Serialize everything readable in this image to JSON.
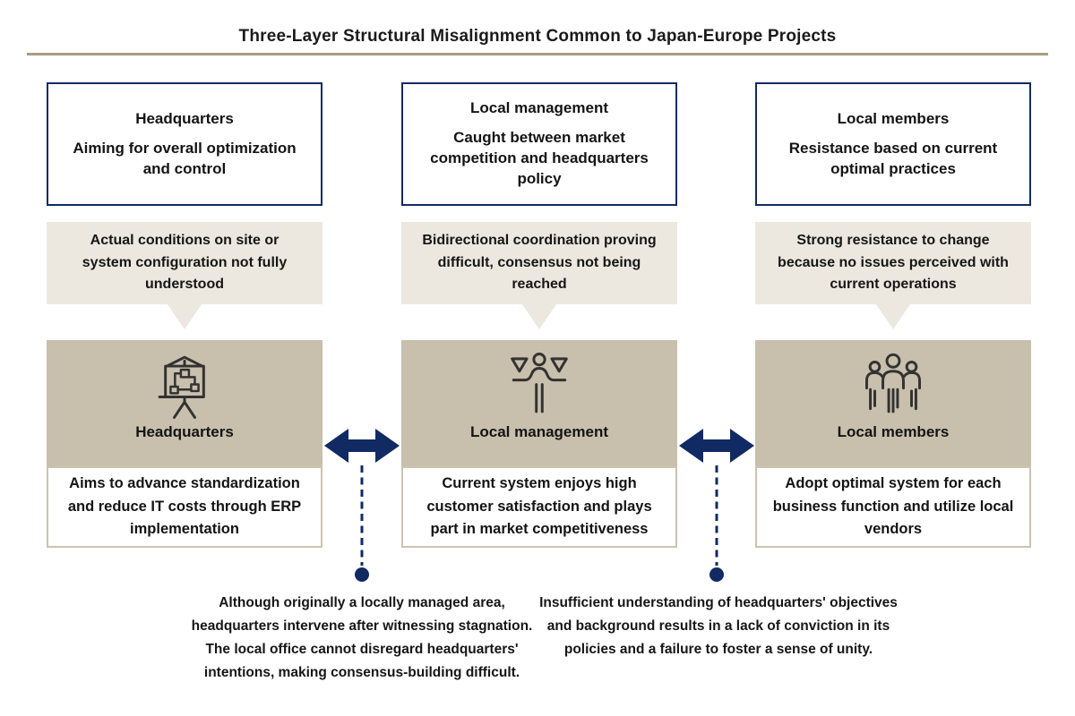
{
  "title": "Three-Layer Structural Misalignment Common to Japan-Europe Projects",
  "colors": {
    "navy": "#122a63",
    "tan_box": "#c8bfac",
    "bubble_beige": "#ece8e0",
    "title_rule": "#a89c84",
    "detail_border": "#ccc3b1",
    "text": "#1b1b1b"
  },
  "columns": [
    {
      "header_title": "Headquarters",
      "header_subtitle": "Aiming for overall optimization and control",
      "bubble_text": "Actual conditions on site or system configuration not fully understood",
      "icon": "easel-orgchart-icon",
      "icon_label": "Headquarters",
      "detail_text": "Aims to advance standardization and reduce IT costs through ERP implementation"
    },
    {
      "header_title": "Local management",
      "header_subtitle": "Caught between market competition and headquarters policy",
      "bubble_text": "Bidirectional coordination proving difficult, consensus not being reached",
      "icon": "person-balancing-icon",
      "icon_label": "Local management",
      "detail_text": "Current system enjoys high customer satisfaction and plays part in market competitiveness"
    },
    {
      "header_title": "Local members",
      "header_subtitle": "Resistance based on current optimal practices",
      "bubble_text": "Strong resistance to change because no issues perceived with current operations",
      "icon": "people-group-icon",
      "icon_label": "Local members",
      "detail_text": "Adopt optimal system for each business function and utilize local vendors"
    }
  ],
  "connectors": [
    {
      "annotation": "Although originally a locally managed area, headquarters intervene after witnessing stagnation. The local office cannot disregard headquarters' intentions, making consensus-building difficult."
    },
    {
      "annotation": "Insufficient understanding of headquarters' objectives and background results in a lack of conviction in its policies and a failure to foster a sense of unity."
    }
  ]
}
